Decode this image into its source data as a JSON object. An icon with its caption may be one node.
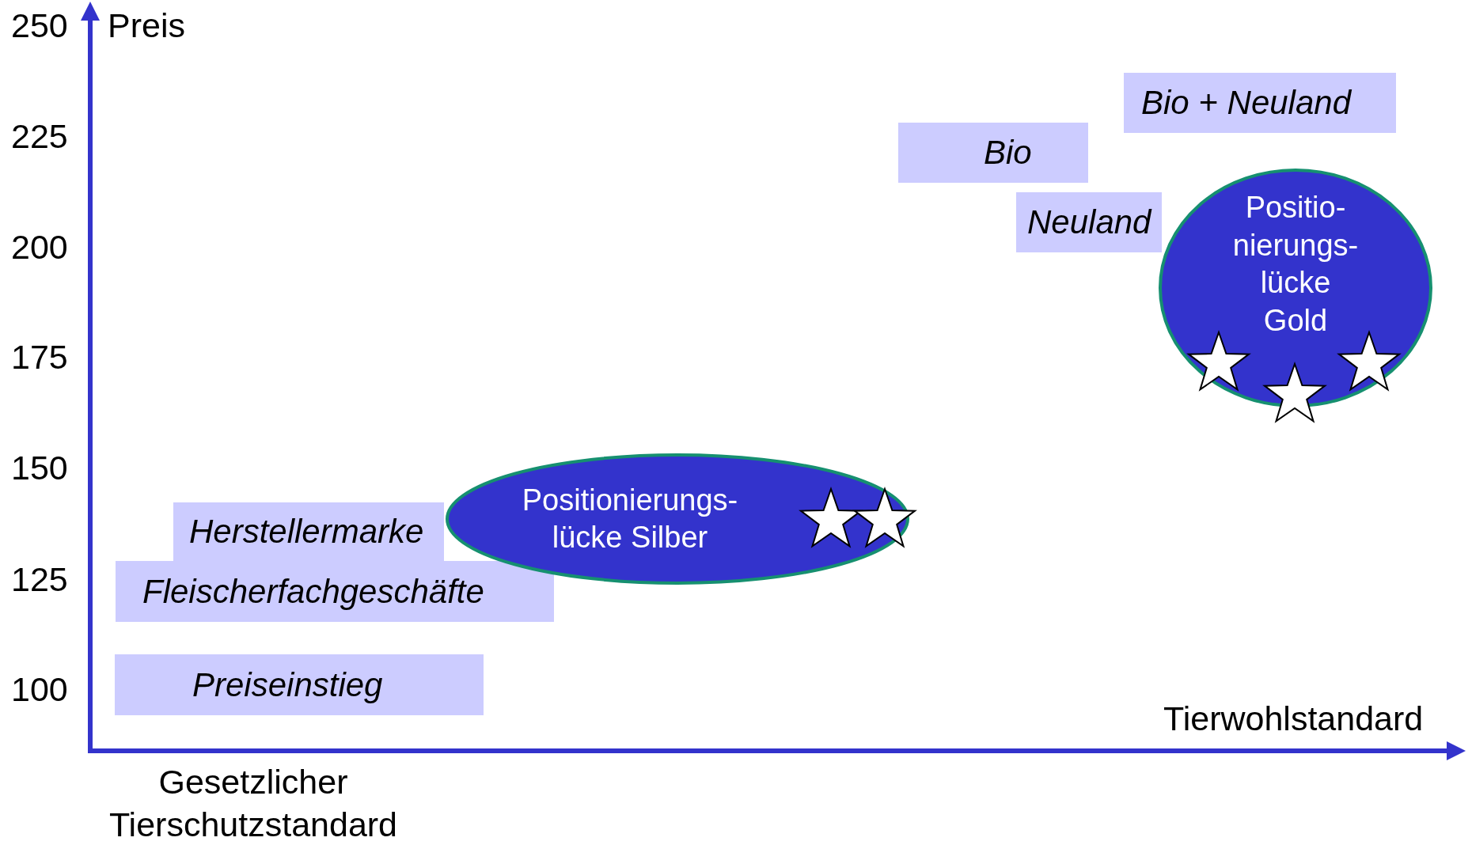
{
  "diagram": {
    "nodes": [
      {
        "text": [
          "Bio + Neuland"
        ]
      },
      {
        "text": [
          "Bio"
        ]
      },
      {
        "text": [
          "Neuland"
        ]
      },
      {
        "text": [
          "Positio- nierungs- lücke Gold"
        ]
      },
      {
        "text": [
          "Herstellermarke"
        ]
      },
      {
        "text": [
          "Positionierungs- lücke Silber"
        ]
      },
      {
        "text": [
          "Fleischerfachgeschäfte"
        ]
      },
      {
        "text": [
          "Preiseinstieg"
        ]
      }
    ],
    "labels": [
      "250",
      "Preis",
      "225",
      "200",
      "175",
      "150",
      "125",
      "100",
      "Tierwohlstandard",
      "Gesetzlicher Tierschutzstandard"
    ]
  }
}
